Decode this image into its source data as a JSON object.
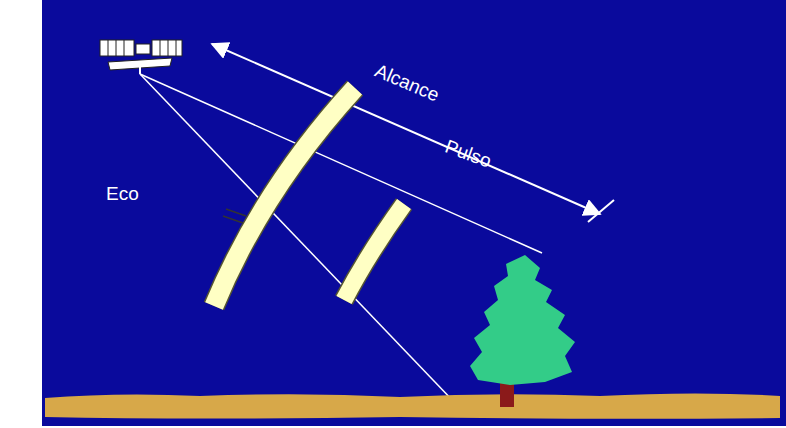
{
  "diagram": {
    "labels": [
      "Alcance",
      "Pulso",
      "Eco"
    ]
  }
}
